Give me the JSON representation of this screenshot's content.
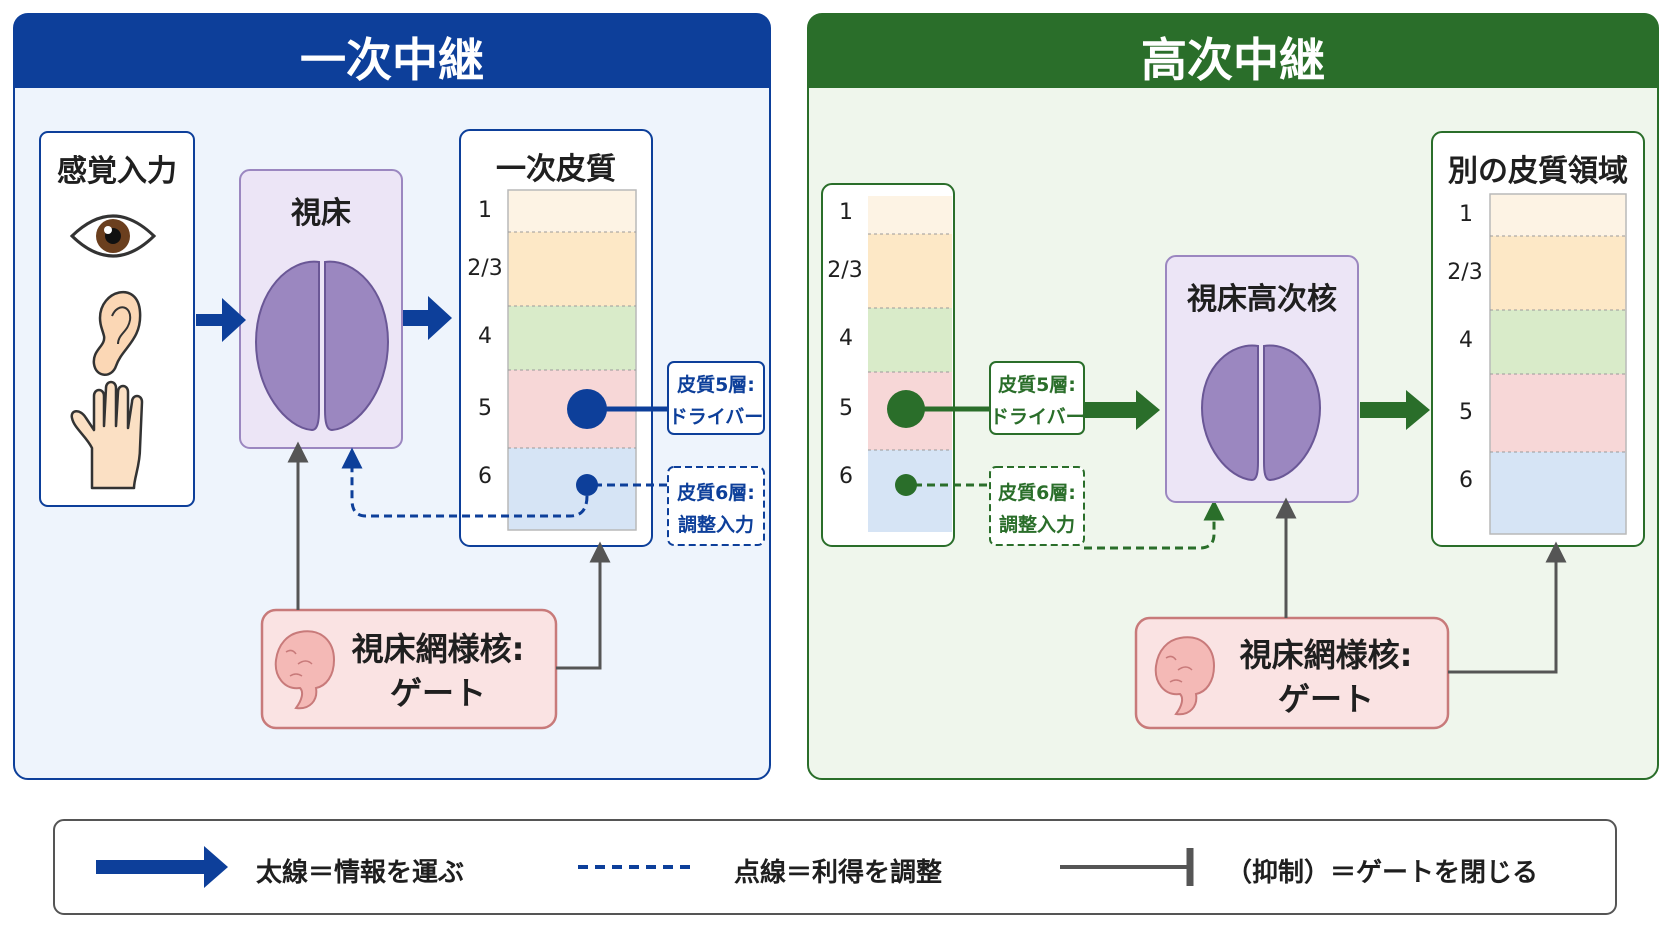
{
  "primary": {
    "title": "一次中継",
    "sensory_title": "感覚入力",
    "thalamus_label": "視床",
    "cortex_title": "一次皮質",
    "layers": [
      "1",
      "2/3",
      "4",
      "5",
      "6"
    ],
    "driver_label_1": "皮質5層:",
    "driver_label_2": "ドライバー",
    "modulator_label_1": "皮質6層:",
    "modulator_label_2": "調整入力",
    "trn_label_1": "視床網様核:",
    "trn_label_2": "ゲート"
  },
  "higher": {
    "title": "高次中継",
    "thalamus_label": "視床高次核",
    "cortex_title": "別の皮質領域",
    "layers_left": [
      "1",
      "2/3",
      "4",
      "5",
      "6"
    ],
    "layers_right": [
      "1",
      "2/3",
      "4",
      "5",
      "6"
    ],
    "driver_label_1": "皮質5層:",
    "driver_label_2": "ドライバー",
    "modulator_label_1": "皮質6層:",
    "modulator_label_2": "調整入力",
    "trn_label_1": "視床網様核:",
    "trn_label_2": "ゲート"
  },
  "legend": {
    "thick_line": "太線＝情報を運ぶ",
    "dashed_line": "点線＝利得を調整",
    "inhibit_line": "（抑制）＝ゲートを閉じる"
  },
  "colors": {
    "primary_blue": "#0d3f9a",
    "higher_green": "#2a6e2a",
    "thalamus_purple": "#9b87c0",
    "trn_red": "#c87a7a",
    "layer_1": "#fdf3e4",
    "layer_23": "#fde8c6",
    "layer_4": "#d9ebc9",
    "layer_5": "#f7d7d7",
    "layer_6": "#d6e4f5",
    "inhibit_gray": "#555555"
  },
  "icons": [
    "eye-icon",
    "ear-icon",
    "hand-icon",
    "thalamus-icon",
    "trn-icon"
  ]
}
